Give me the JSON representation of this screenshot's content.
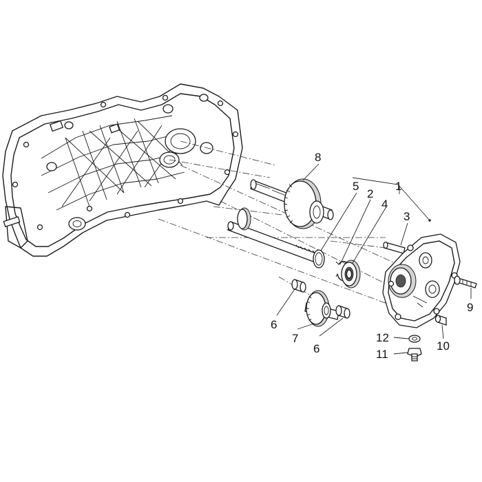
{
  "callouts": {
    "c1": "1",
    "c2": "2",
    "c3": "3",
    "c4": "4",
    "c5": "5",
    "c6a": "6",
    "c6b": "6",
    "c7": "7",
    "c8": "8",
    "c9": "9",
    "c10": "10",
    "c11": "11",
    "c12": "12"
  },
  "colors": {
    "line": "#1a1a1a",
    "background": "#ffffff"
  }
}
